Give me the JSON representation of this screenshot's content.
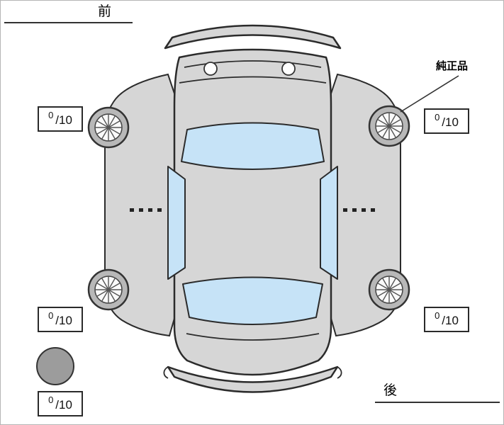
{
  "labels": {
    "front": "前",
    "rear": "後",
    "genuine_parts": "純正品"
  },
  "tread_scores": {
    "front_left": {
      "value": "0",
      "denom": "/10"
    },
    "front_right": {
      "value": "0",
      "denom": "/10"
    },
    "rear_left": {
      "value": "0",
      "denom": "/10"
    },
    "rear_right": {
      "value": "0",
      "denom": "/10"
    },
    "spare": {
      "value": "0",
      "denom": "/10"
    }
  },
  "colors": {
    "body": "#d6d6d6",
    "glass": "#c6e3f7",
    "wheel": "#b8b8b8",
    "spare": "#9c9c9c",
    "outline": "#2b2b2b"
  }
}
